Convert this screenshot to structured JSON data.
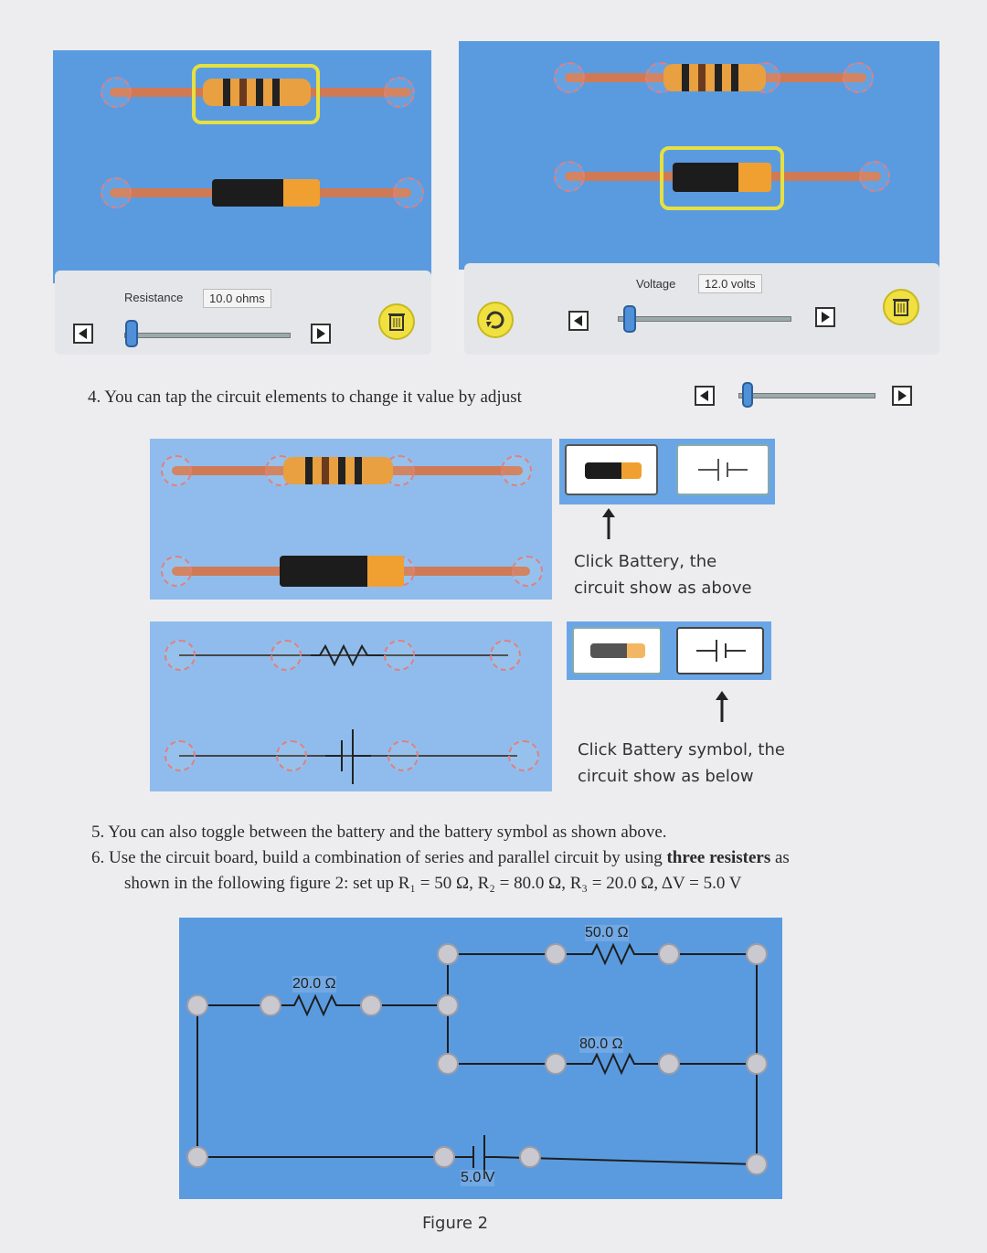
{
  "top_left_panel": {
    "resistance_label": "Resistance",
    "resistance_value": "10.0 ohms"
  },
  "top_right_panel": {
    "voltage_label": "Voltage",
    "voltage_value": "12.0 volts"
  },
  "instructions": {
    "step4": "4.  You can tap the circuit elements to change it value by adjust",
    "step5": "5.  You can also toggle between the battery and the battery symbol as shown above.",
    "step6_line1_pre": "6.  Use the circuit board, build a combination of series and parallel circuit by using ",
    "step6_line1_bold": "three resisters",
    "step6_line1_post": " as",
    "step6_line2": "shown in the following figure 2: set up R₁ = 50 Ω, R₂ = 80.0 Ω, R₃ = 20.0 Ω, ΔV = 5.0 V"
  },
  "notes": {
    "battery_line1": "Click Battery, the",
    "battery_line2": "circuit show as above",
    "symbol_line1": "Click Battery symbol, the",
    "symbol_line2": "circuit show as below"
  },
  "figure2": {
    "r1_label": "50.0 Ω",
    "r2_label": "80.0 Ω",
    "r3_label": "20.0 Ω",
    "battery_label": "5.0 V",
    "caption": "Figure 2"
  },
  "icons": [
    "left-arrow-icon",
    "right-arrow-icon",
    "trash-icon",
    "rotate-icon",
    "battery-symbol-icon",
    "up-arrow-icon"
  ]
}
